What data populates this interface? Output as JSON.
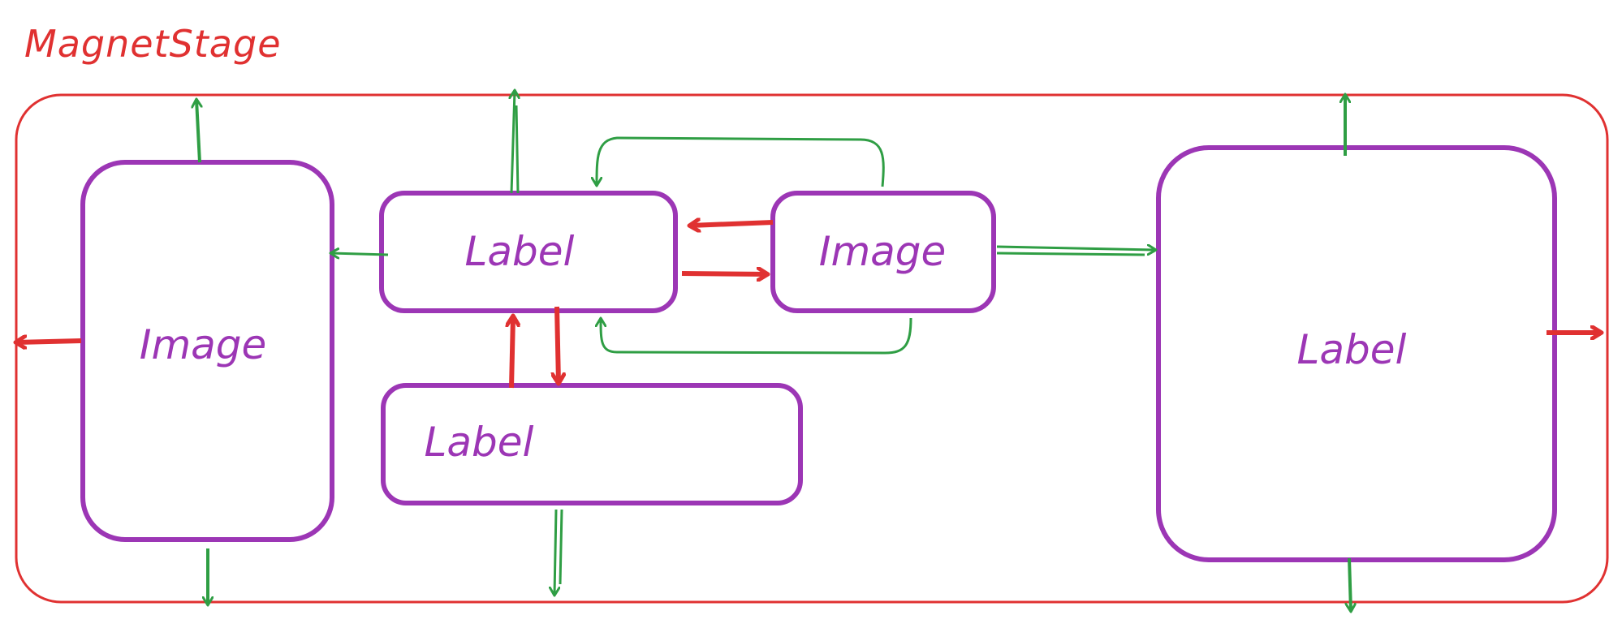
{
  "title": "MagnetStage",
  "colors": {
    "stage_border": "#e03131",
    "node_border": "#9c36b5",
    "node_text": "#9c36b5",
    "green_arrow": "#2f9e44",
    "red_arrow": "#e03131",
    "background": "#ffffff"
  },
  "nodes": {
    "image_left": "Image",
    "label_top": "Label",
    "image_mid": "Image",
    "label_bottom": "Label",
    "label_right": "Label"
  }
}
